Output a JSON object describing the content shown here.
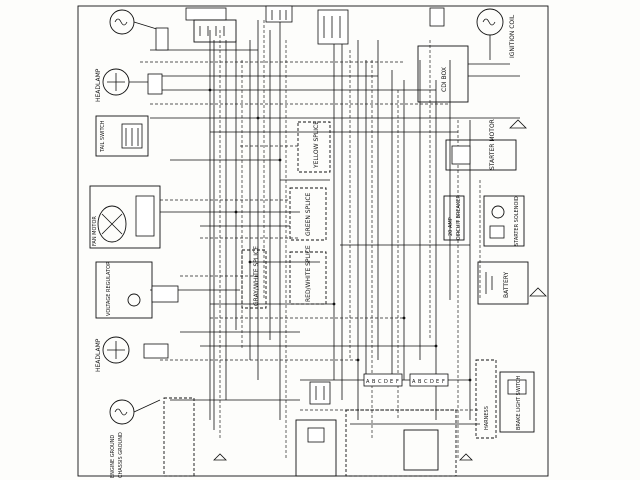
{
  "diagram": {
    "components": {
      "headlamp_top": "HEADLAMP",
      "headlamp_bottom": "HEADLAMP",
      "yellow_splice": "YELLOW SPLICE",
      "green_splice": "GREEN SPLICE",
      "gray_white_splice": "GRAY/WHITE SPLICE",
      "red_white_splice": "RED/WHITE SPLICE",
      "starter_motor": "STARTER MOTOR",
      "battery": "BATTERY",
      "ignition_coil": "IGNITION COIL",
      "cdi_box": "CDI BOX",
      "voltage_regulator": "VOLTAGE REGULATOR",
      "fan_motor": "FAN MOTOR",
      "starter_solenoid": "STARTER SOLENOID",
      "circuit_breaker": "CIRCUIT BREAKER",
      "brake_light_switch": "BRAKE LIGHT SWITCH",
      "taillight_switch": "TAIL SWITCH",
      "harness": "HARNESS",
      "chassis_ground": "CHASSIS GROUND",
      "engine_ground": "ENGINE GROUND"
    },
    "connector_pins": [
      "A",
      "B",
      "C",
      "D",
      "E",
      "F"
    ],
    "fuse_label": "20 AMP"
  }
}
